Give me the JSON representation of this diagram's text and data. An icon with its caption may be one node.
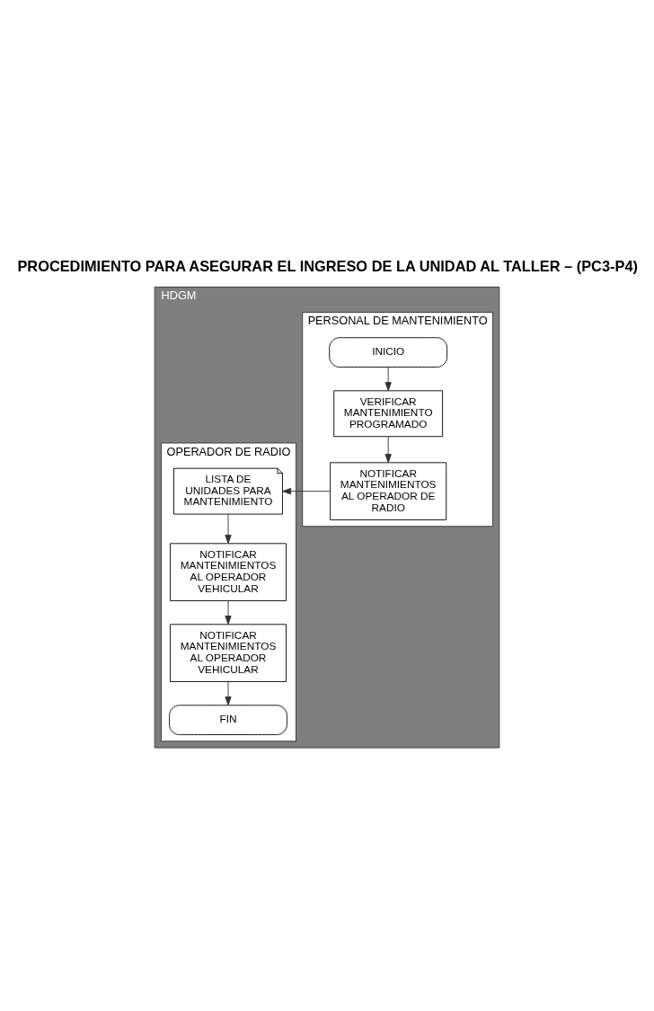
{
  "diagram": {
    "title": "PROCEDIMIENTO PARA ASEGURAR EL INGRESO DE LA UNIDAD AL TALLER – (PC3-P4)",
    "nodes": [
      {
        "text": [
          "HDGM"
        ]
      },
      {
        "text": [
          "PERSONAL DE MANTENIMIENTO"
        ],
        "in": 0
      },
      {
        "text": [
          "OPERADOR DE RADIO"
        ],
        "in": 0
      },
      {
        "text": [
          "INICIO"
        ],
        "in": 1
      },
      {
        "text": [
          "VERIFICAR MANTENIMIENTO PROGRAMADO"
        ],
        "in": 1
      },
      {
        "text": [
          "NOTIFICAR MANTENIMIENTOS AL OPERADOR DE RADIO"
        ],
        "in": 1
      },
      {
        "text": [
          "LISTA DE UNIDADES PARA MANTENIMIENTO"
        ],
        "in": 2
      },
      {
        "text": [
          "NOTIFICAR MANTENIMIENTOS AL OPERADOR VEHICULAR"
        ],
        "in": 2
      },
      {
        "text": [
          "NOTIFICAR MANTENIMIENTOS AL OPERADOR VEHICULAR"
        ],
        "in": 2
      },
      {
        "text": [
          "FIN"
        ],
        "in": 2
      }
    ],
    "edges": [
      {
        "from": 3,
        "to": 4,
        "arrow": "to"
      },
      {
        "from": 4,
        "to": 5,
        "arrow": "to"
      },
      {
        "from": 5,
        "to": 6,
        "arrow": "to"
      },
      {
        "from": 6,
        "to": 7,
        "arrow": "to"
      },
      {
        "from": 7,
        "to": 8,
        "arrow": "to"
      },
      {
        "from": 8,
        "to": 9,
        "arrow": "to"
      }
    ]
  }
}
